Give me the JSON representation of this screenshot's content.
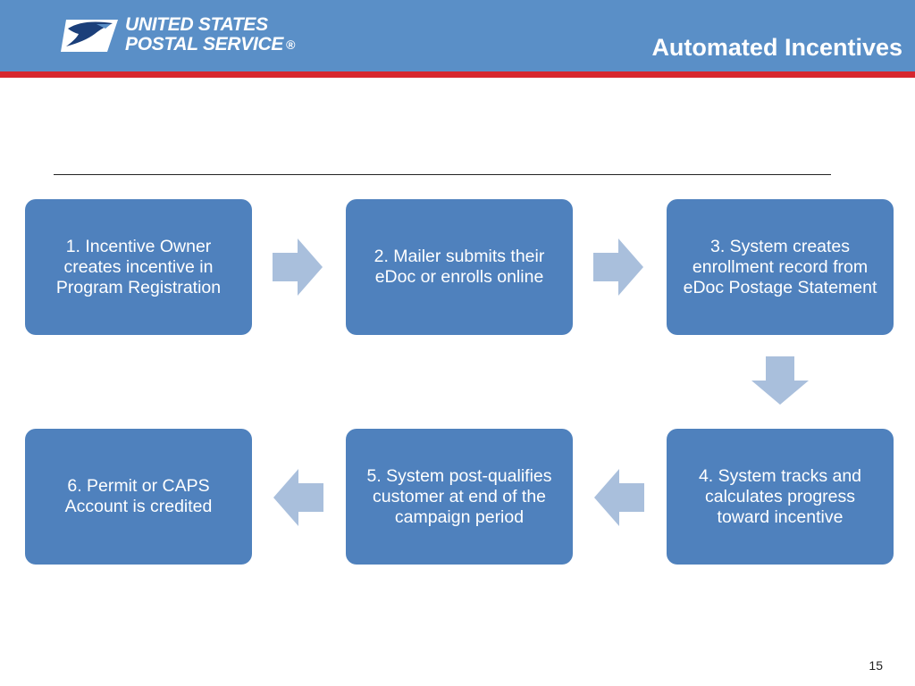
{
  "header": {
    "logo_line1": "UNITED STATES",
    "logo_line2": "POSTAL SERVICE",
    "logo_registered": "®",
    "title": "Automated Incentives",
    "bar_color": "#5a8fc7",
    "stripe_color": "#d7262e"
  },
  "steps": [
    {
      "label": "1. Incentive Owner creates incentive in Program Registration"
    },
    {
      "label": "2. Mailer submits their eDoc or enrolls online"
    },
    {
      "label": "3. System creates enrollment record from eDoc Postage Statement"
    },
    {
      "label": "4. System tracks and calculates progress toward incentive"
    },
    {
      "label": "5. System post-qualifies customer at end of the campaign period"
    },
    {
      "label": "6. Permit or CAPS Account  is credited"
    }
  ],
  "colors": {
    "box_fill": "#4f81bd",
    "arrow_fill": "#a9bfdc"
  },
  "footer": {
    "page_number": "15"
  }
}
